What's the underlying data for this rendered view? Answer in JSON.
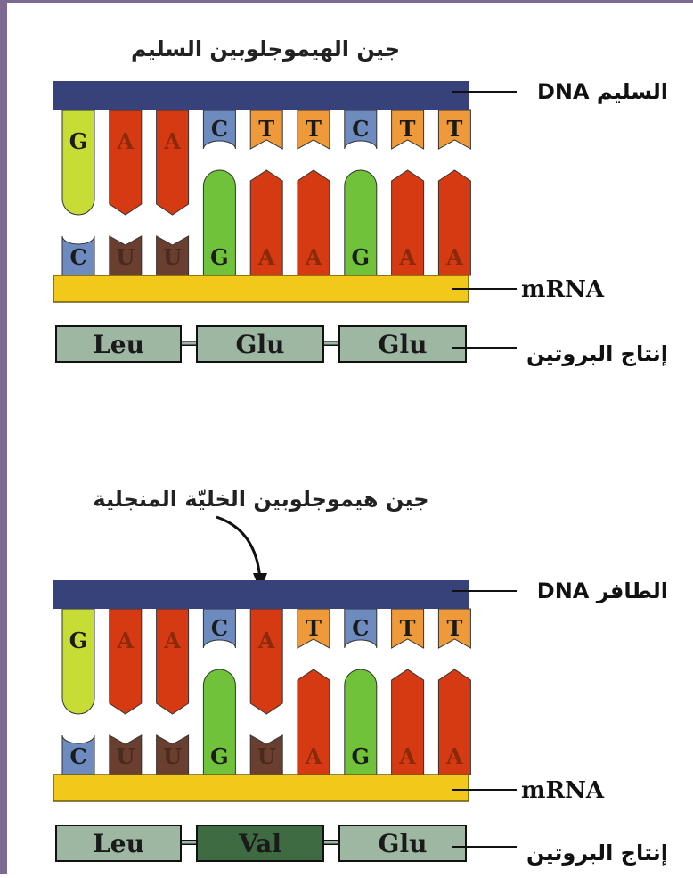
{
  "colors": {
    "dna_strand": "#38427a",
    "mrna_strand": "#f2c81a",
    "base_G_dna": "#c7dd36",
    "base_A": "#d63a12",
    "base_C": "#6d8bbf",
    "base_T": "#ef9a3a",
    "base_U": "#6b3f2f",
    "base_G_rna": "#6fc23a",
    "protein_box": "#9db7a3",
    "protein_box_mut": "#3f6b43",
    "frame": "#7d6a93"
  },
  "normal": {
    "title": "جين الهيموجلوبين السليم",
    "dna_label": "DNA السليم",
    "mrna_label": "mRNA",
    "protein_label": "إنتاج البروتين",
    "dna_bases": [
      "G",
      "A",
      "A",
      "C",
      "T",
      "T",
      "C",
      "T",
      "T"
    ],
    "mrna_bases": [
      "C",
      "U",
      "U",
      "G",
      "A",
      "A",
      "G",
      "A",
      "A"
    ],
    "amino_acids": [
      "Leu",
      "Glu",
      "Glu"
    ]
  },
  "mutant": {
    "title": "جين هيموجلوبين الخليّة المنجلية",
    "dna_label": "DNA الطافر",
    "mrna_label": "mRNA",
    "protein_label": "إنتاج البروتين",
    "dna_bases": [
      "G",
      "A",
      "A",
      "C",
      "A",
      "T",
      "C",
      "T",
      "T"
    ],
    "mrna_bases": [
      "C",
      "U",
      "U",
      "G",
      "U",
      "A",
      "G",
      "A",
      "A"
    ],
    "amino_acids": [
      "Leu",
      "Val",
      "Glu"
    ]
  }
}
